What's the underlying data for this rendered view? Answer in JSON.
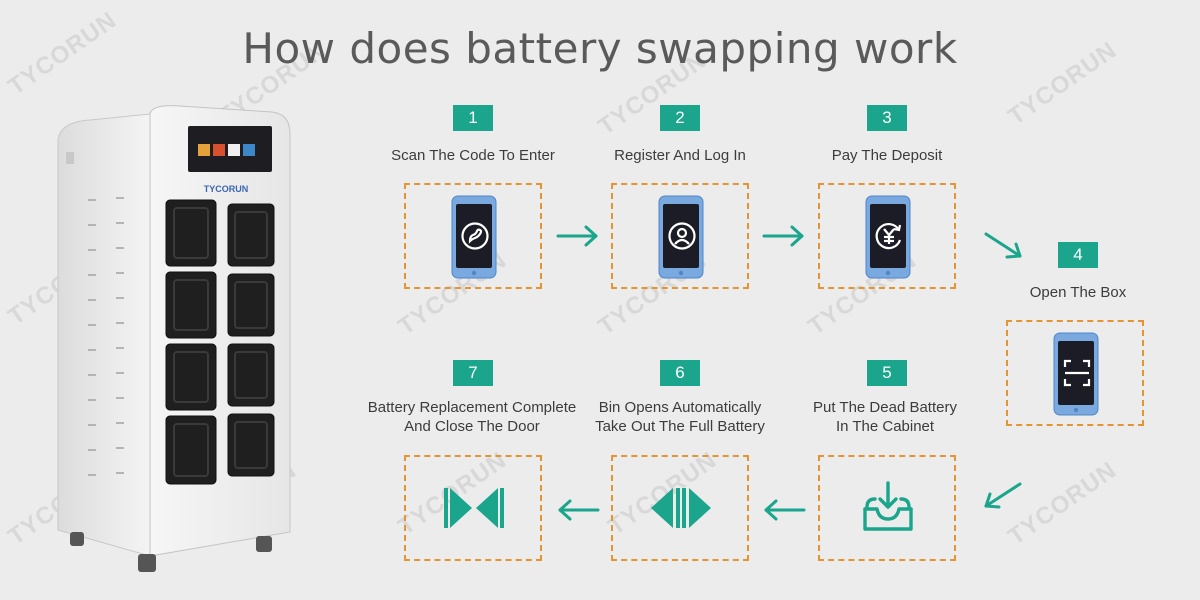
{
  "title": "How does battery swapping work",
  "watermark": "TYCORUN",
  "cabinet_logo": "TYCORUN",
  "accent_color": "#1aa58c",
  "box_border_color": "#e59431",
  "steps": [
    {
      "number": "1",
      "label": "Scan The Code To Enter",
      "icon": "qr-scan-app-icon"
    },
    {
      "number": "2",
      "label": "Register And Log In",
      "icon": "user-profile-icon"
    },
    {
      "number": "3",
      "label": "Pay The Deposit",
      "icon": "yen-payment-icon"
    },
    {
      "number": "4",
      "label": "Open The Box",
      "icon": "scan-frame-icon"
    },
    {
      "number": "5",
      "label": "Put The Dead Battery\nIn The Cabinet",
      "icon": "tray-insert-icon"
    },
    {
      "number": "6",
      "label": "Bin Opens Automatically\nTake Out The Full Battery",
      "icon": "doors-open-icon"
    },
    {
      "number": "7",
      "label": "Battery Replacement Complete\nAnd Close The Door",
      "icon": "doors-close-icon"
    }
  ]
}
